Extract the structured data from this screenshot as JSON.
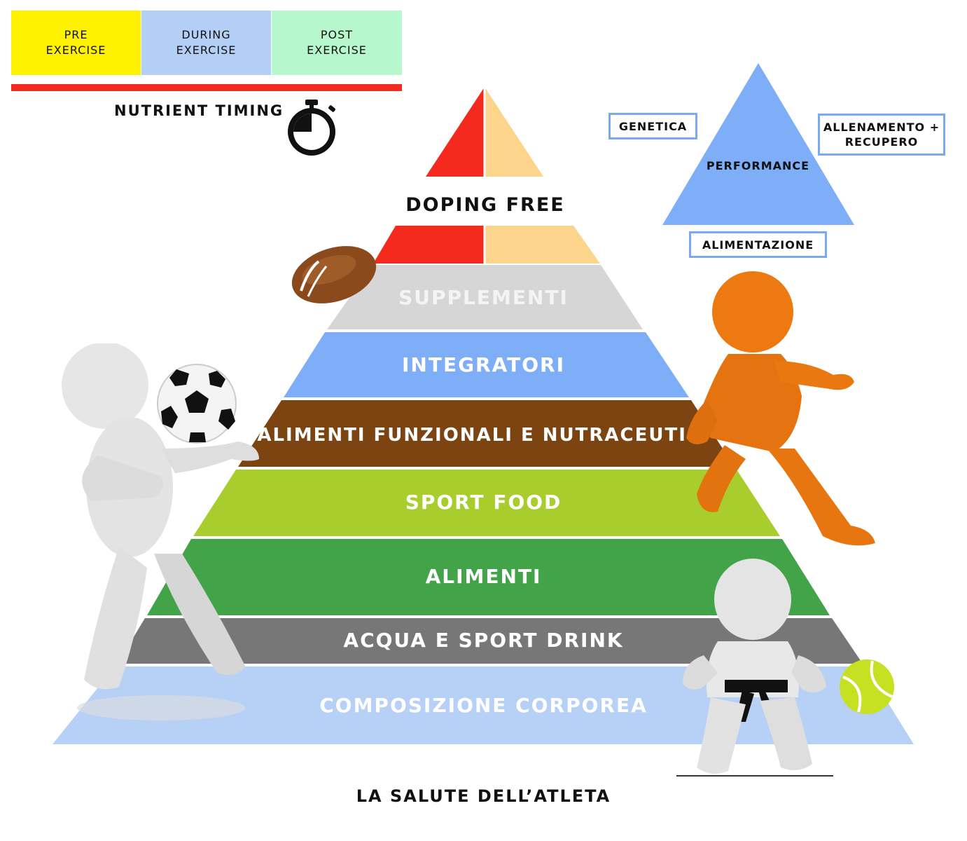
{
  "timing": {
    "boxes": [
      {
        "label": "PRE\nEXERCISE",
        "color": "#fff200"
      },
      {
        "label": "DURING\nEXERCISE",
        "color": "#b4cff5"
      },
      {
        "label": "POST\nEXERCISE",
        "color": "#b6f7cd"
      }
    ],
    "title": "NUTRIENT TIMING",
    "bar_color": "#f52a1f",
    "icon": "stopwatch-icon"
  },
  "pyramid": {
    "apex": "DOPING FREE",
    "apex_colors": [
      "#f52a1f",
      "#fdd48b"
    ],
    "levels": [
      {
        "label": "SUPPLEMENTI",
        "color": "#d6d6d6"
      },
      {
        "label": "INTEGRATORI",
        "color": "#7eaef7"
      },
      {
        "label": "ALIMENTI FUNZIONALI E NUTRACEUTICI",
        "color": "#7b4410"
      },
      {
        "label": "SPORT FOOD",
        "color": "#a8cd2c"
      },
      {
        "label": "ALIMENTI",
        "color": "#42a349"
      },
      {
        "label": "ACQUA E SPORT DRINK",
        "color": "#777777"
      },
      {
        "label": "COMPOSIZIONE CORPOREA",
        "color": "#b7d0f5"
      }
    ],
    "caption": "LA SALUTE DELL’ATLETA"
  },
  "performance": {
    "center": "PERFORMANCE",
    "left": "GENETICA",
    "right": "ALLENAMENTO +\nRECUPERO",
    "bottom": "ALIMENTAZIONE",
    "triangle_color": "#7eaef7"
  },
  "illustrations": [
    "american-football-icon",
    "soccer-ball-icon",
    "tennis-ball-icon",
    "white-figure-soccer",
    "orange-figure-running",
    "white-figure-karate"
  ]
}
